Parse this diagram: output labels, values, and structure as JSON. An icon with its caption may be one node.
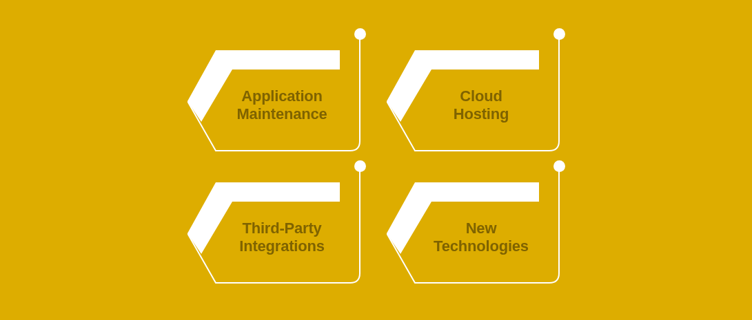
{
  "diagram": {
    "nodes": [
      {
        "text": [
          "Application Maintenance"
        ]
      },
      {
        "text": [
          "Cloud Hosting"
        ]
      },
      {
        "text": [
          "Third-Party Integrations"
        ]
      },
      {
        "text": [
          "New Technologies"
        ]
      }
    ]
  }
}
